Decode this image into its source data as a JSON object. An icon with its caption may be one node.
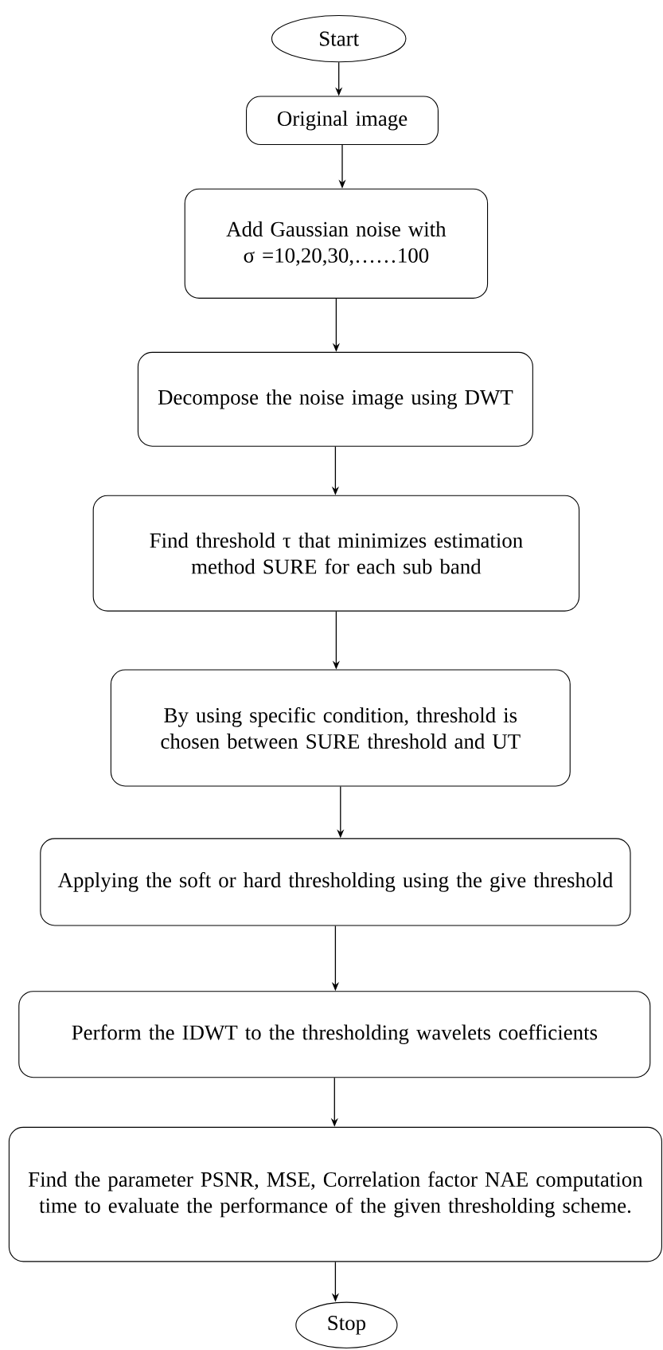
{
  "diagram": {
    "nodes": [
      {
        "text": [
          "Start"
        ]
      },
      {
        "text": [
          "Original image"
        ]
      },
      {
        "text": [
          "Add Gaussian noise with σ =10,20,30,……100"
        ]
      },
      {
        "text": [
          "Decompose the noise image using DWT"
        ]
      },
      {
        "text": [
          "Find threshold τ that minimizes estimation method SURE for each sub band"
        ]
      },
      {
        "text": [
          "By using specific condition, threshold is chosen between SURE threshold and UT"
        ]
      },
      {
        "text": [
          "Applying the soft or hard thresholding using the give threshold"
        ]
      },
      {
        "text": [
          "Perform the IDWT to the thresholding wavelets coefficients"
        ]
      },
      {
        "text": [
          "Find the parameter PSNR, MSE, Correlation factor NAE computation time to evaluate the performance of the given thresholding scheme."
        ]
      },
      {
        "text": [
          "Stop"
        ]
      }
    ],
    "edges": [
      {
        "from": 0,
        "to": 1,
        "arrow": "to"
      },
      {
        "from": 1,
        "to": 2,
        "arrow": "to"
      },
      {
        "from": 2,
        "to": 3,
        "arrow": "to"
      },
      {
        "from": 3,
        "to": 4,
        "arrow": "to"
      },
      {
        "from": 4,
        "to": 5,
        "arrow": "to"
      },
      {
        "from": 5,
        "to": 6,
        "arrow": "to"
      },
      {
        "from": 6,
        "to": 7,
        "arrow": "to"
      },
      {
        "from": 7,
        "to": 8,
        "arrow": "to"
      },
      {
        "from": 8,
        "to": 9,
        "arrow": "to"
      }
    ]
  }
}
